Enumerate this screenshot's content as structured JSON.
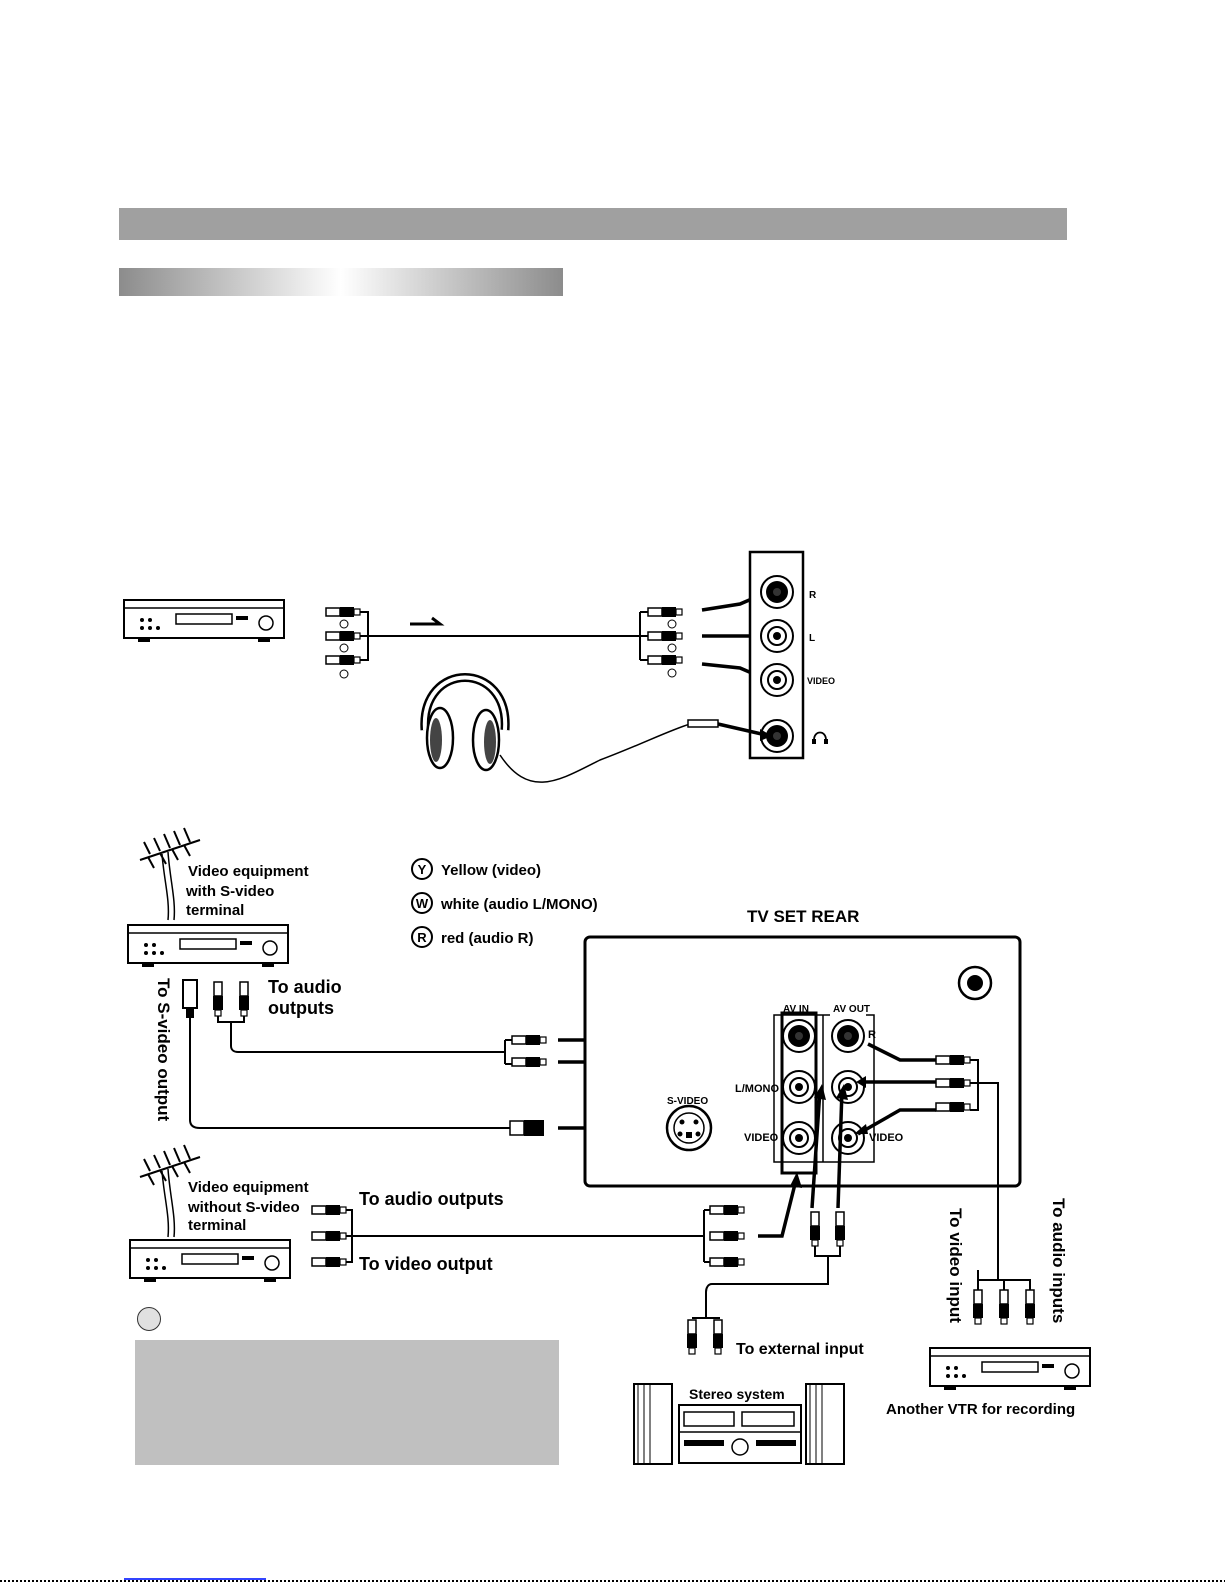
{
  "legend": {
    "yellow": "Yellow (video)",
    "white": "white (audio L/MONO)",
    "red": "red (audio R)",
    "y": "Y",
    "w": "W",
    "r": "R"
  },
  "top_panel": {
    "r": "R",
    "l": "L",
    "video": "VIDEO"
  },
  "tv_rear": {
    "title": "TV SET REAR",
    "av_in": "AV IN",
    "av_out": "AV OUT",
    "r": "R",
    "l_mono": "L/MONO",
    "video_in": "VIDEO",
    "video_out": "VIDEO",
    "s_video": "S-VIDEO"
  },
  "labels": {
    "equip_s1": "Video equipment",
    "equip_s2": "with S-video",
    "equip_s3": "terminal",
    "to_svideo_output": "To S-video output",
    "to_audio_outputs_1": "To audio",
    "to_audio_outputs_2": "outputs",
    "equip_n1": "Video equipment",
    "equip_n2": "without S-video",
    "equip_n3": "terminal",
    "to_audio_outputs": "To audio outputs",
    "to_video_output": "To video output",
    "to_external_input": "To external input",
    "stereo_system": "Stereo system",
    "to_video_input": "To video input",
    "to_audio_inputs": "To audio inputs",
    "another_vtr": "Another VTR for recording"
  }
}
